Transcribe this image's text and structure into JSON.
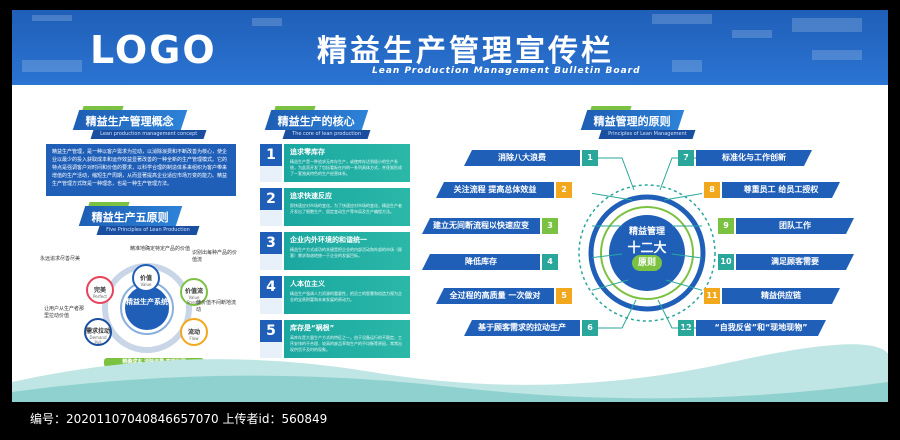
{
  "header": {
    "logo": "LOGO",
    "title": "精益生产管理宣传栏",
    "subtitle": "Lean Production Management Bulletin Board"
  },
  "concept": {
    "title": "精益生产管理概念",
    "sub": "Lean production management concept",
    "text": "精益生产管理，是一种以客户需求为拉动，以消除浪费和不断改善为核心，使企业以最少的投入获取成本和运作效益显著改善的一种全新的生产管理模式。它的特点是强调客户对时间和价值的要求，以科学合理的制造体系来组织为客户带来增值的生产活动，缩短生产周期，从而显著提高企业适应市场万变的能力。精益生产管理方式既是一种理念，也是一种生产管理方法。"
  },
  "five": {
    "title": "精益生产五原则",
    "sub": "Five Principles of Lean Production",
    "center": "精益生产系统",
    "items": [
      {
        "cn": "价值",
        "en": "Value"
      },
      {
        "cn": "价值流",
        "en": "Value Stream"
      },
      {
        "cn": "流动",
        "en": "Flow"
      },
      {
        "cn": "需求拉动",
        "en": "Demand Pull"
      },
      {
        "cn": "完美",
        "en": "Perfect"
      }
    ],
    "notes": [
      "精准地确定特定产品的价值",
      "识别出每种产品的价值流",
      "使价值不间断地流动",
      "让用户从生产者那里拉动价值",
      "永远追求尽善尽美"
    ],
    "bottom": "精确成本 消除浪费 实现利润"
  },
  "core": {
    "title": "精益生产的核心",
    "sub": "The core of lean production",
    "items": [
      {
        "n": "1",
        "h": "追求零库存",
        "t": "精益生产是一种追求无库存生产，或使库存达到极小的生产系统，为此而开发了包括看板在内的一系列具体方式，并逐渐形成了一套独具特色的生产经营体系。"
      },
      {
        "n": "2",
        "h": "追求快速反应",
        "t": "即快速应对市场的变化。为了快速应对市场的变化，精益生产者开发出了细胞生产、固定变动生产等布局及生产编程方法。"
      },
      {
        "n": "3",
        "h": "企业内外环境的和谐统一",
        "t": "精益生产方式成功的关键是把企业的内部活动和外部的市场（顾客）需求和谐地统一于企业的发展目标。"
      },
      {
        "n": "4",
        "h": "人本位主义",
        "t": "精益生产强调人力资源的重要性，把员工的智慧和创造力视为企业的宝贵财富和未来发展的原动力。"
      },
      {
        "n": "5",
        "h": "库存是“祸根”",
        "t": "高库存是大量生产方式的特征之一。由于设备运行的不稳定、工序安排的不合理、较高的废品率和生产的不均衡等原因，常常出现供货不及时的现象。"
      }
    ]
  },
  "principles": {
    "title": "精益管理的原则",
    "sub": "Principles of Lean Management",
    "center_line1": "精益管理",
    "center_line2": "十二大",
    "center_line3": "原则",
    "left": [
      {
        "n": "1",
        "label": "消除八大浪费",
        "color": "#2aa79b"
      },
      {
        "n": "2",
        "label": "关注流程 提高总体效益",
        "color": "#f2a81d"
      },
      {
        "n": "3",
        "label": "建立无间断流程以快速应变",
        "color": "#7cc242"
      },
      {
        "n": "4",
        "label": "降低库存",
        "color": "#2aa79b"
      },
      {
        "n": "5",
        "label": "全过程的高质量 一次做对",
        "color": "#f2a81d"
      },
      {
        "n": "6",
        "label": "基于顾客需求的拉动生产",
        "color": "#2aa79b"
      }
    ],
    "right": [
      {
        "n": "7",
        "label": "标准化与工作创新",
        "color": "#2aa79b"
      },
      {
        "n": "8",
        "label": "尊重员工 给员工授权",
        "color": "#f2a81d"
      },
      {
        "n": "9",
        "label": "团队工作",
        "color": "#7cc242"
      },
      {
        "n": "10",
        "label": "满足顾客需要",
        "color": "#2aa79b"
      },
      {
        "n": "11",
        "label": "精益供应链",
        "color": "#f2a81d"
      },
      {
        "n": "12",
        "label": "“自我反省”和“现地现物”",
        "color": "#2aa79b"
      }
    ]
  },
  "footer": {
    "text": "编号：20201107040846657070 上传者id：560849"
  }
}
